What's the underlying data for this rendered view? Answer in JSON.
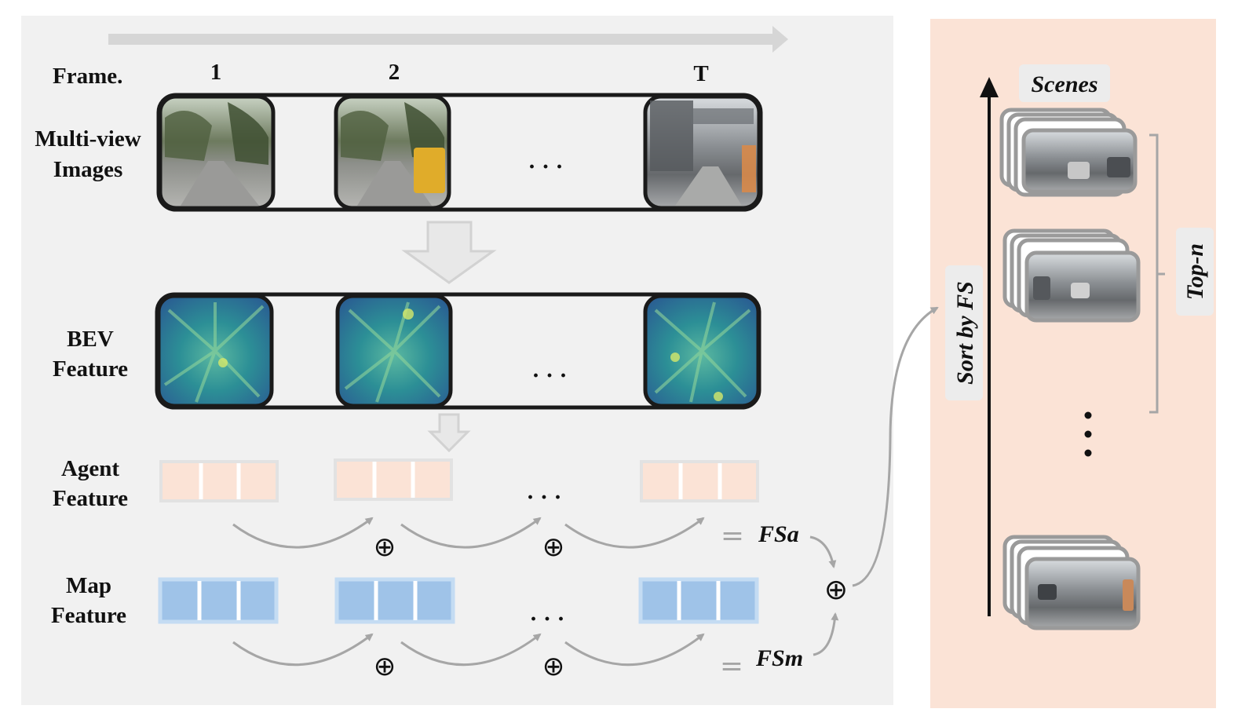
{
  "left_panel": {
    "frame_label": "Frame.",
    "frame_numbers": [
      "1",
      "2",
      "T"
    ],
    "row_labels": {
      "multiview": [
        "Multi-view",
        "Images"
      ],
      "bev": [
        "BEV",
        "Feature"
      ],
      "agent": [
        "Agent",
        "Feature"
      ],
      "map": [
        "Map",
        "Feature"
      ]
    },
    "ellipsis": "· · ·",
    "oplus": "⊕",
    "equals": "=",
    "fsa": "FSa",
    "fsm": "FSm"
  },
  "right_panel": {
    "scenes_label": "Scenes",
    "sort_label": "Sort by FS",
    "topn_label": "Top-n",
    "vertical_dots": "⋮"
  },
  "colors": {
    "left_bg": "#f1f1f1",
    "right_bg": "#fbe3d6",
    "agent_fill": "#fbe3d6",
    "agent_border": "#e2e2e2",
    "map_fill": "#9fc3e8",
    "map_border": "#c4dcf3",
    "arrow_gray": "#a6a6a6",
    "bev_teal": "#2f8a8a"
  }
}
